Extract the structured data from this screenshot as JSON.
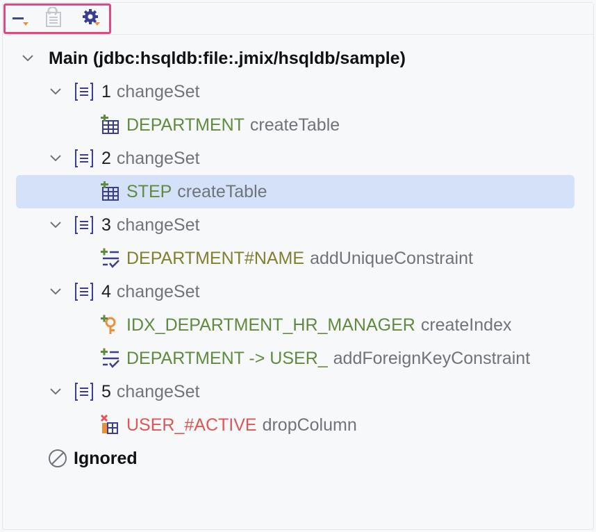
{
  "toolbar": {
    "buttons": [
      {
        "name": "collapse-menu-button",
        "icon": "collapse-icon",
        "accent": "#e8a33d"
      },
      {
        "name": "apply-changes-button",
        "icon": "apply-document-icon"
      },
      {
        "name": "settings-menu-button",
        "icon": "gear-icon"
      }
    ],
    "highlight_color": "#e8467f"
  },
  "tree": {
    "root": {
      "label": "Main (jdbc:hsqldb:file:.jmix/hsqldb/sample)"
    },
    "changesets": [
      {
        "number": "1",
        "label": "changeSet",
        "items": [
          {
            "object": "DEPARTMENT",
            "op": "createTable",
            "icon": "create-table-icon",
            "color": "green"
          }
        ]
      },
      {
        "number": "2",
        "label": "changeSet",
        "items": [
          {
            "object": "STEP",
            "op": "createTable",
            "icon": "create-table-icon",
            "color": "green",
            "selected": true
          }
        ]
      },
      {
        "number": "3",
        "label": "changeSet",
        "items": [
          {
            "object": "DEPARTMENT#NAME",
            "op": "addUniqueConstraint",
            "icon": "add-constraint-icon",
            "color": "olive"
          }
        ]
      },
      {
        "number": "4",
        "label": "changeSet",
        "items": [
          {
            "object": "IDX_DEPARTMENT_HR_MANAGER",
            "op": "createIndex",
            "icon": "create-index-icon",
            "color": "green"
          },
          {
            "object": "DEPARTMENT -> USER_",
            "op": "addForeignKeyConstraint",
            "icon": "add-constraint-icon",
            "color": "green"
          }
        ]
      },
      {
        "number": "5",
        "label": "changeSet",
        "items": [
          {
            "object": "USER_#ACTIVE",
            "op": "dropColumn",
            "icon": "drop-column-icon",
            "color": "red"
          }
        ]
      }
    ],
    "ignored": {
      "label": "Ignored"
    }
  },
  "colors": {
    "green": "#5f8a3f",
    "olive": "#80802e",
    "red": "#e05555",
    "selection": "#d5e1f8"
  }
}
